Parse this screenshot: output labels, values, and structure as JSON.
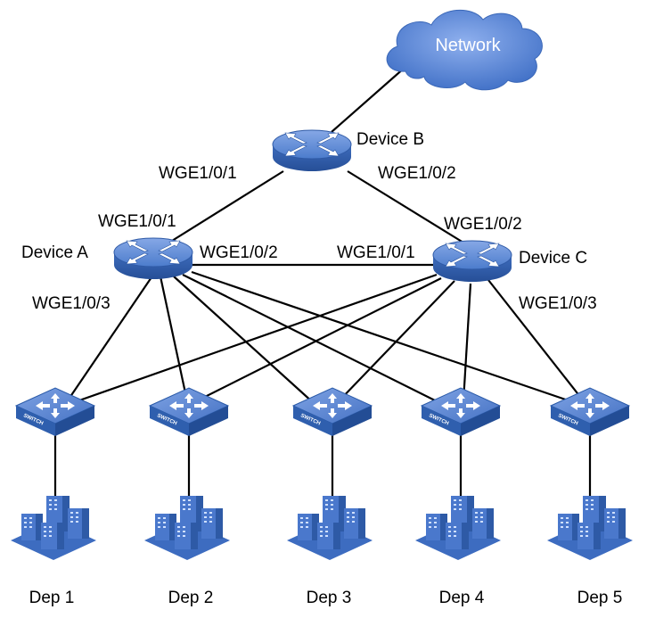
{
  "cloud": {
    "label": "Network"
  },
  "devices": {
    "a": {
      "label": "Device A"
    },
    "b": {
      "label": "Device B"
    },
    "c": {
      "label": "Device C"
    }
  },
  "ports": {
    "b_left": "WGE1/0/1",
    "b_right": "WGE1/0/2",
    "a_top": "WGE1/0/1",
    "a_right": "WGE1/0/2",
    "a_bottom": "WGE1/0/3",
    "c_top": "WGE1/0/2",
    "c_left": "WGE1/0/1",
    "c_bottom": "WGE1/0/3"
  },
  "switch_text": "SWITCH",
  "departments": [
    "Dep 1",
    "Dep 2",
    "Dep 3",
    "Dep 4",
    "Dep 5"
  ],
  "colors": {
    "cloud": "#4a7bd1",
    "router_top": "#5b87d6",
    "router_side": "#2f5fae",
    "switch_top": "#4f7fcf",
    "switch_side": "#2a5aa8",
    "building": "#4a78cc"
  }
}
